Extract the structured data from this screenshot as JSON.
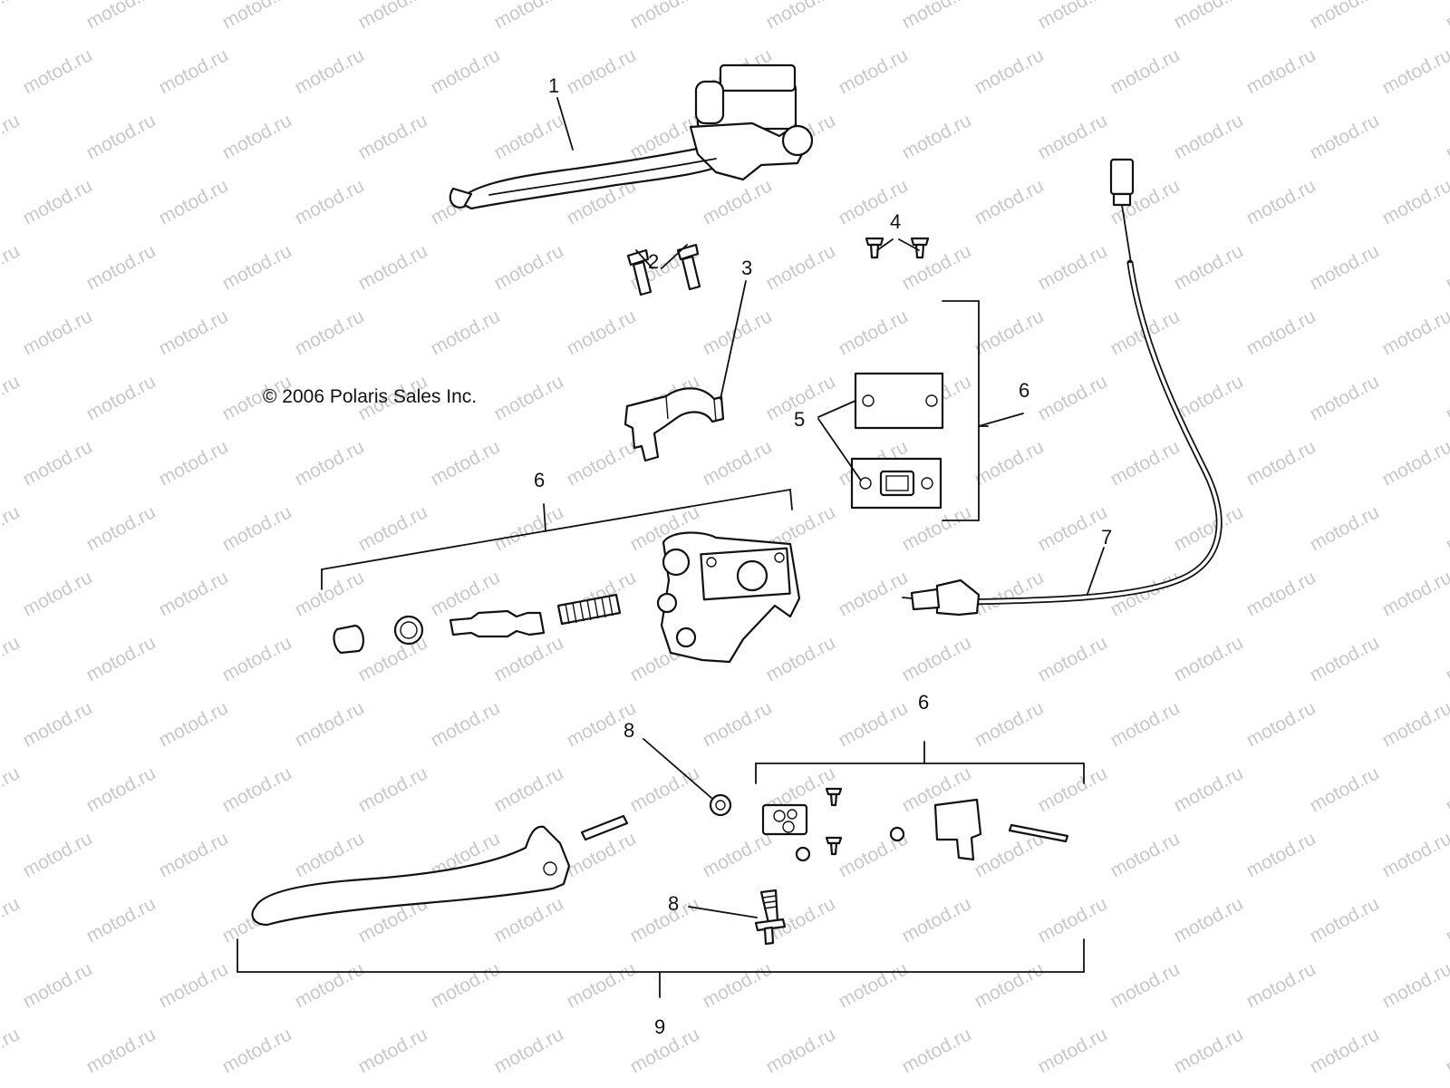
{
  "copyright": "© 2006 Polaris Sales Inc.",
  "watermark": "motod.ru",
  "callouts": {
    "c1": "1",
    "c2": "2",
    "c3": "3",
    "c4": "4",
    "c5": "5",
    "c6a": "6",
    "c6b": "6",
    "c6c": "6",
    "c7": "7",
    "c8a": "8",
    "c8b": "8",
    "c9": "9"
  },
  "colors": {
    "ink": "#111111",
    "watermark": "#c8c8c8",
    "background": "#ffffff"
  }
}
